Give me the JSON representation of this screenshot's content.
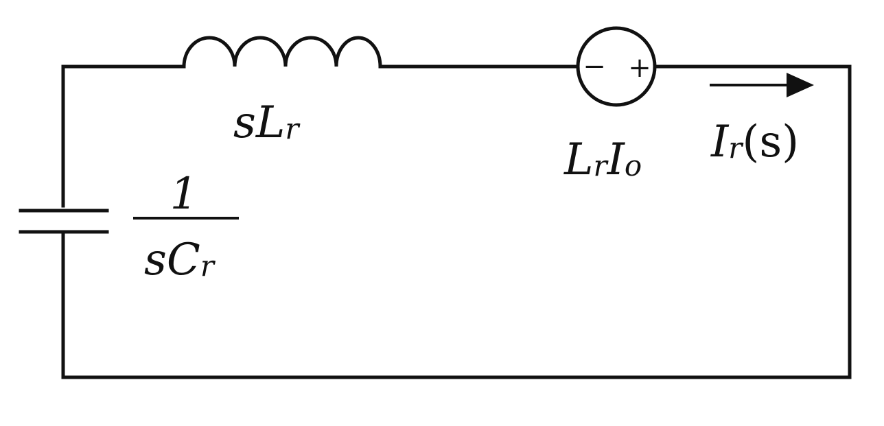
{
  "diagram": {
    "inductor_label": {
      "main": "sL",
      "sub": "r"
    },
    "capacitor_label": {
      "numerator": "1",
      "denominator_main": "sC",
      "denominator_sub": "r"
    },
    "source_label": {
      "main1": "L",
      "sub1": "r",
      "main2": "I",
      "sub2": "o"
    },
    "source_polarity": {
      "minus": "−",
      "plus": "+"
    },
    "current_label": {
      "main": "I",
      "sub": "r",
      "arg": "(s)"
    }
  }
}
